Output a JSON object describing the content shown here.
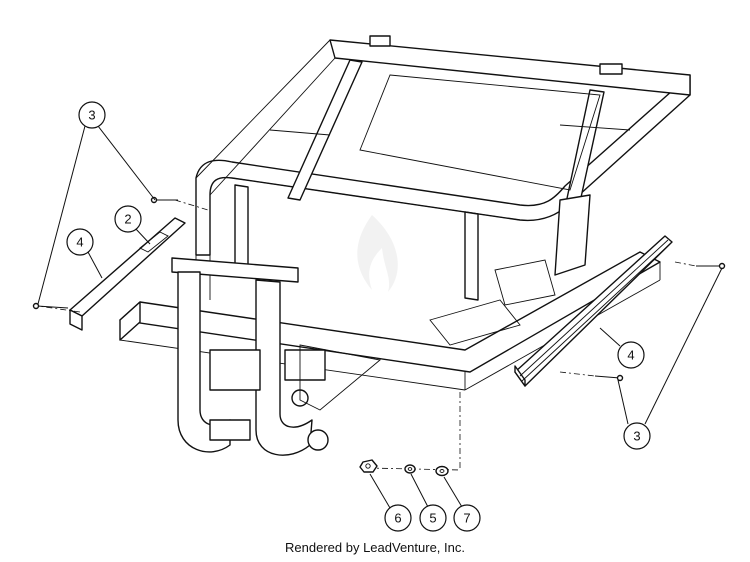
{
  "callouts": [
    {
      "label": "3"
    },
    {
      "label": "2"
    },
    {
      "label": "4"
    },
    {
      "label": "4"
    },
    {
      "label": "3"
    },
    {
      "label": "6"
    },
    {
      "label": "5"
    },
    {
      "label": "7"
    }
  ],
  "footer": {
    "text": "Rendered by LeadVenture, Inc."
  }
}
